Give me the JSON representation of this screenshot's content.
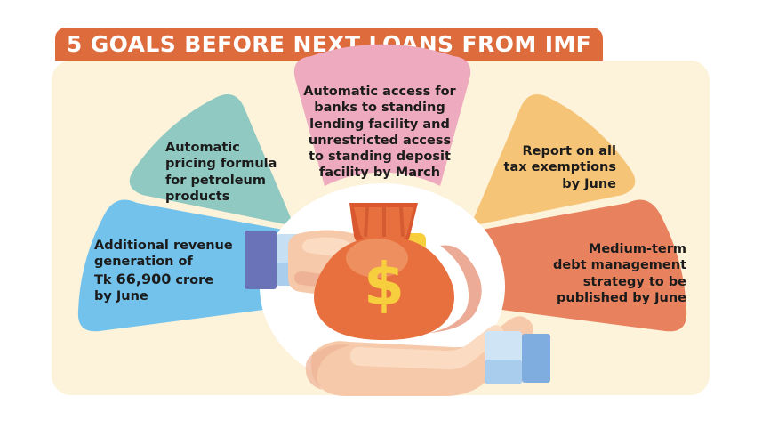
{
  "header": {
    "title": "5 GOALS BEFORE NEXT LOANS FROM IMF",
    "bar_color": "#de6b3c",
    "text_color": "#ffffff"
  },
  "card": {
    "background_color": "#fdf2da"
  },
  "chart_data": {
    "type": "pie",
    "title": "5 GOALS BEFORE NEXT LOANS FROM IMF",
    "subtype": "semi-circular fan / donut of 5 equal segments",
    "legend_position": "in-slice labels",
    "categories": [
      "Additional revenue generation of Tk 66,900 crore by June",
      "Automatic pricing formula for petroleum products",
      "Automatic access for banks to standing lending facility and unrestricted access to standing deposit facility by March",
      "Report on all tax exemptions by June",
      "Medium-term debt management strategy to be published by June"
    ],
    "values": [
      20,
      20,
      20,
      20,
      20
    ],
    "colors": [
      "#72c2ec",
      "#8fc9c2",
      "#eeaabf",
      "#f6c477",
      "#e8825e"
    ]
  },
  "segments": [
    {
      "id": "revenue",
      "name": "additional-revenue-segment",
      "color": "#72c2ec",
      "align": "left",
      "line1": "Additional revenue",
      "line2": "generation of",
      "line3_pre": "Tk ",
      "line3_bold": "66,900",
      "line3_post": " crore",
      "line4": "by June"
    },
    {
      "id": "petroleum",
      "name": "petroleum-pricing-segment",
      "color": "#8fc9c2",
      "align": "left",
      "text": "Automatic\npricing formula\nfor petroleum\nproducts"
    },
    {
      "id": "banks",
      "name": "standing-facility-segment",
      "color": "#eeaabf",
      "align": "center",
      "text": "Automatic access for\nbanks to standing\nlending facility and\nunrestricted access\nto standing deposit\nfacility by March"
    },
    {
      "id": "tax",
      "name": "tax-exemptions-segment",
      "color": "#f6c477",
      "align": "right",
      "text": "Report on all\ntax exemptions\nby June"
    },
    {
      "id": "debt",
      "name": "debt-management-segment",
      "color": "#e8825e",
      "align": "right",
      "text": "Medium-term\ndebt management\nstrategy to be\npublished by June"
    }
  ],
  "illustration": {
    "name": "hands-holding-money-bag",
    "circle_color": "#ffffff",
    "bag_color": "#e8703f",
    "bag_shade": "#d9582f",
    "bag_highlight": "#f08e5c",
    "dollar_symbol": "$",
    "dollar_color": "#f7cf3e",
    "skin_color": "#f6c9aa",
    "skin_shade": "#f0b294",
    "left_cuff_dark": "#6b73b8",
    "left_cuff_light": "#c7dff2",
    "right_cuff_light": "#c7dff2",
    "right_cuff_mid": "#8fbde8"
  }
}
